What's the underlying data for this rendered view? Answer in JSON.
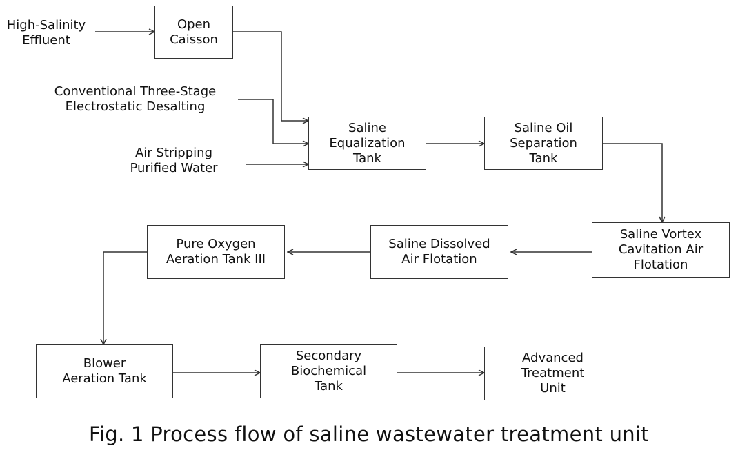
{
  "inputs": {
    "high_salinity": "High-Salinity\nEffluent",
    "desalting": "Conventional Three-Stage\nElectrostatic Desalting",
    "air_stripping": "Air Stripping\nPurified Water"
  },
  "nodes": {
    "open_caisson": "Open\nCaisson",
    "equalization": "Saline\nEqualization\nTank",
    "oil_separation": "Saline Oil\nSeparation\nTank",
    "vortex": "Saline Vortex\nCavitation Air\nFlotation",
    "dissolved_air": "Saline Dissolved\nAir Flotation",
    "pure_oxygen": "Pure Oxygen\nAeration Tank III",
    "blower": "Blower\nAeration Tank",
    "secondary": "Secondary\nBiochemical\nTank",
    "advanced": "Advanced\nTreatment\nUnit"
  },
  "caption": "Fig. 1 Process flow of saline wastewater treatment unit"
}
